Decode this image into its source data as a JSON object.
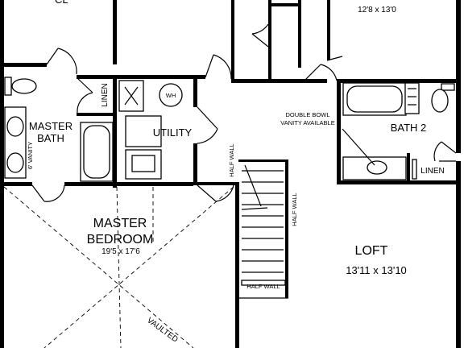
{
  "rooms": {
    "closet_label": "CL",
    "top_center_label": "",
    "top_right_dims": "12'8 x 13'0",
    "linen_left": "LINEN",
    "master_bath": [
      "MASTER",
      "BATH"
    ],
    "vanity_6ft": "6' VANITY",
    "wh": "WH",
    "utility": "UTILITY",
    "half_wall_left": "HALF WALL",
    "double_bowl": [
      "DOUBLE BOWL",
      "VANITY AVAILABLE"
    ],
    "bath2": "BATH 2",
    "linen_right": "LINEN",
    "half_wall_stair": "HALF WALL",
    "master_bedroom": [
      "MASTER",
      "BEDROOM"
    ],
    "master_bedroom_dims": "19'5 x 17'6",
    "loft": "LOFT",
    "loft_dims": "13'11 x 13'10",
    "half_wall_bottom": "HALF WALL",
    "vaulted": "VAULTED"
  }
}
